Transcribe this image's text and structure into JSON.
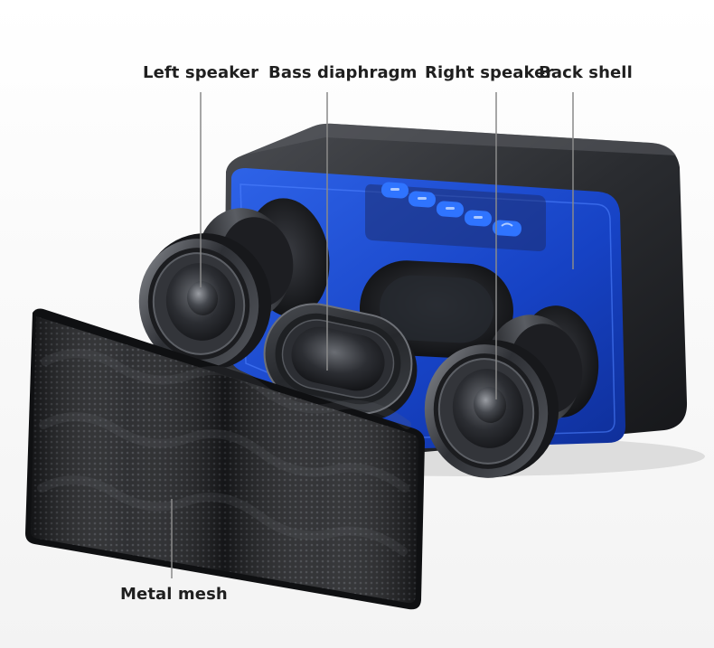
{
  "labels": {
    "left_speaker": "Left speaker",
    "bass_diaphragm": "Bass diaphragm",
    "right_speaker": "Right speaker",
    "back_shell": "Back shell",
    "metal_mesh": "Metal mesh"
  },
  "colors": {
    "background": "#ffffff",
    "shell_black": "#2b2d31",
    "accent_blue": "#1a4fd6",
    "button_blue": "#2f74ff",
    "label_text": "#1f1f1f",
    "leader_line": "#8a8a8a"
  },
  "icons": {
    "control_buttons": [
      "previous-icon",
      "play-pause-icon",
      "next-icon",
      "mode-icon",
      "phone-icon"
    ]
  }
}
